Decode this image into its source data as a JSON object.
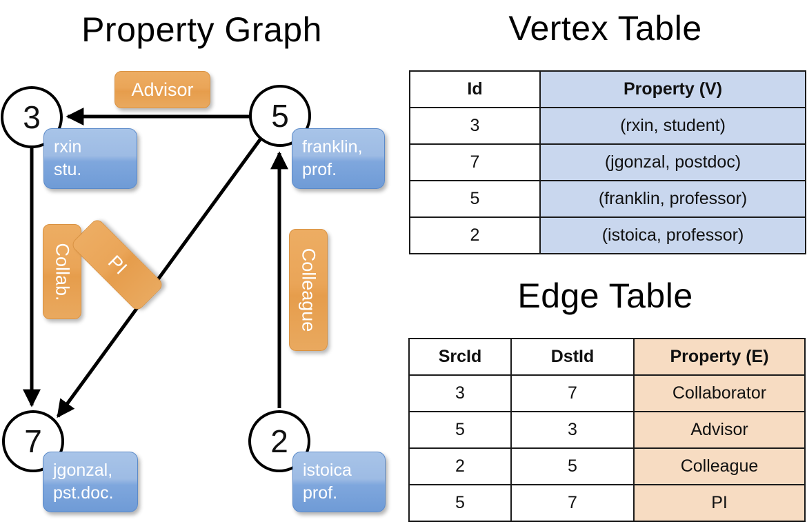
{
  "titles": {
    "property_graph": "Property Graph",
    "vertex_table": "Vertex Table",
    "edge_table": "Edge Table"
  },
  "graph": {
    "nodes": [
      {
        "id": "3",
        "property_line1": "rxin",
        "property_line2": "stu."
      },
      {
        "id": "5",
        "property_line1": "franklin,",
        "property_line2": "prof."
      },
      {
        "id": "7",
        "property_line1": "jgonzal,",
        "property_line2": "pst.doc."
      },
      {
        "id": "2",
        "property_line1": "istoica",
        "property_line2": "prof."
      }
    ],
    "edge_labels": [
      {
        "name": "advisor",
        "text": "Advisor"
      },
      {
        "name": "collab",
        "text": "Collab."
      },
      {
        "name": "pi",
        "text": "PI"
      },
      {
        "name": "colleague",
        "text": "Colleague"
      }
    ]
  },
  "vertex_table": {
    "headers": [
      "Id",
      "Property (V)"
    ],
    "rows": [
      [
        "3",
        "(rxin, student)"
      ],
      [
        "7",
        "(jgonzal, postdoc)"
      ],
      [
        "5",
        "(franklin, professor)"
      ],
      [
        "2",
        "(istoica, professor)"
      ]
    ]
  },
  "edge_table": {
    "headers": [
      "SrcId",
      "DstId",
      "Property (E)"
    ],
    "rows": [
      [
        "3",
        "7",
        "Collaborator"
      ],
      [
        "5",
        "3",
        "Advisor"
      ],
      [
        "2",
        "5",
        "Colleague"
      ],
      [
        "5",
        "7",
        "PI"
      ]
    ]
  },
  "colors": {
    "vertex_property_fill": "#c9d7ee",
    "edge_property_fill": "#f7dcc2",
    "vertex_box": "#7fa7dd",
    "edge_box": "#eaa558",
    "stroke": "#000000"
  }
}
